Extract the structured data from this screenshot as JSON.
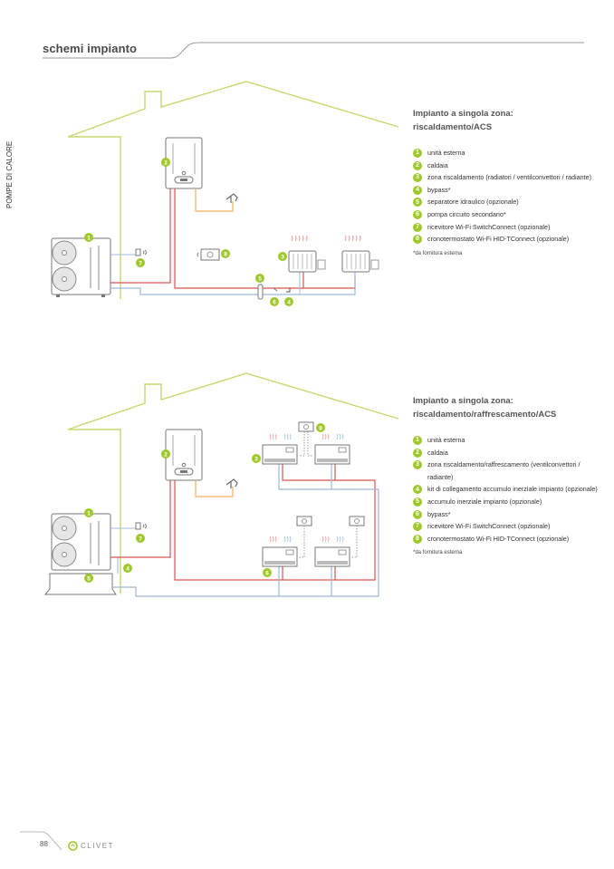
{
  "header": {
    "section_title": "schemi impianto"
  },
  "side_label": "POMPE DI CALORE",
  "colors": {
    "accent_green": "#9fc82a",
    "house_outline": "#c5d86d",
    "hot_pipe": "#d9534f",
    "cold_pipe": "#9fb8d8",
    "dhw_pipe": "#f0b060",
    "rule_gray": "#9a9a9a"
  },
  "schemes": [
    {
      "title_line1": "Impianto a singola zona:",
      "title_line2": "riscaldamento/ACS",
      "items": [
        {
          "num": "1",
          "label": "unità esterna"
        },
        {
          "num": "2",
          "label": "caldaia"
        },
        {
          "num": "3",
          "label": "zona riscaldamento (radiatori / ventilconvettori / radiante)"
        },
        {
          "num": "4",
          "label": "bypass*"
        },
        {
          "num": "5",
          "label": "separatore idraulico (opzionale)"
        },
        {
          "num": "6",
          "label": "pompa circuito secondario*"
        },
        {
          "num": "7",
          "label": "ricevitore Wi-Fi SwitchConnect (opzionale)"
        },
        {
          "num": "8",
          "label": "cronotermostato Wi-Fi HID-TConnect (opzionale)"
        }
      ],
      "note": "*da fornitura esterna",
      "diagram_badges": [
        "1",
        "2",
        "3",
        "4",
        "5",
        "6",
        "7",
        "8"
      ]
    },
    {
      "title_line1": "Impianto a singola zona:",
      "title_line2": "riscaldamento/raffrescamento/ACS",
      "items": [
        {
          "num": "1",
          "label": "unità esterna"
        },
        {
          "num": "2",
          "label": "caldaia"
        },
        {
          "num": "3",
          "label": "zona riscaldamento/raffrescamento (ventilconvettori / radiante)"
        },
        {
          "num": "4",
          "label": "kit di collegamento accumulo inerziale impianto (opzionale)"
        },
        {
          "num": "5",
          "label": "accumulo inerziale impianto (opzionale)"
        },
        {
          "num": "6",
          "label": "bypass*"
        },
        {
          "num": "7",
          "label": "ricevitore Wi-Fi SwitchConnect (opzionale)"
        },
        {
          "num": "8",
          "label": "cronotermostato Wi-Fi HID-TConnect (opzionale)"
        }
      ],
      "note": "*da fornitura esterna",
      "diagram_badges": [
        "1",
        "2",
        "3",
        "4",
        "5",
        "6",
        "7",
        "8"
      ]
    }
  ],
  "footer": {
    "page_number": "88",
    "brand": "CLIVET"
  }
}
